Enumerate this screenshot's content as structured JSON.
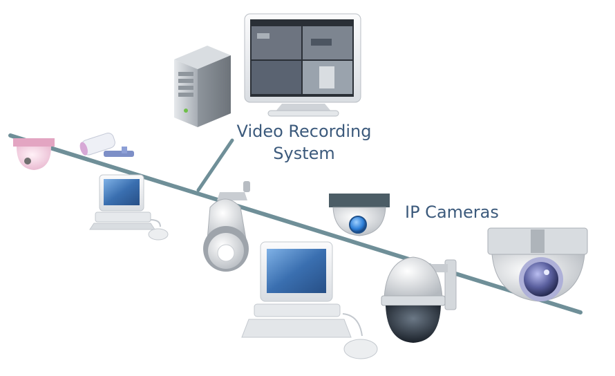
{
  "labels": {
    "video_recording_line1": "Video Recording",
    "video_recording_line2": "System",
    "ip_cameras": "IP Cameras"
  },
  "colors": {
    "network_line": "#6f8f98",
    "label_text": "#3c5a7c",
    "monitor_screen": "#3a6fb0",
    "server_body": "#b9bec4",
    "dome_pink": "#f2cfe0",
    "camera_lens_blue": "#2d7fd8"
  },
  "icons": [
    "server-icon",
    "nvr-monitor-icon",
    "pink-dome-camera-icon",
    "bullet-camera-icon",
    "small-workstation-icon",
    "ptz-camera-icon",
    "dark-dome-camera-icon",
    "large-workstation-icon",
    "speed-dome-camera-icon",
    "large-dome-camera-icon"
  ]
}
